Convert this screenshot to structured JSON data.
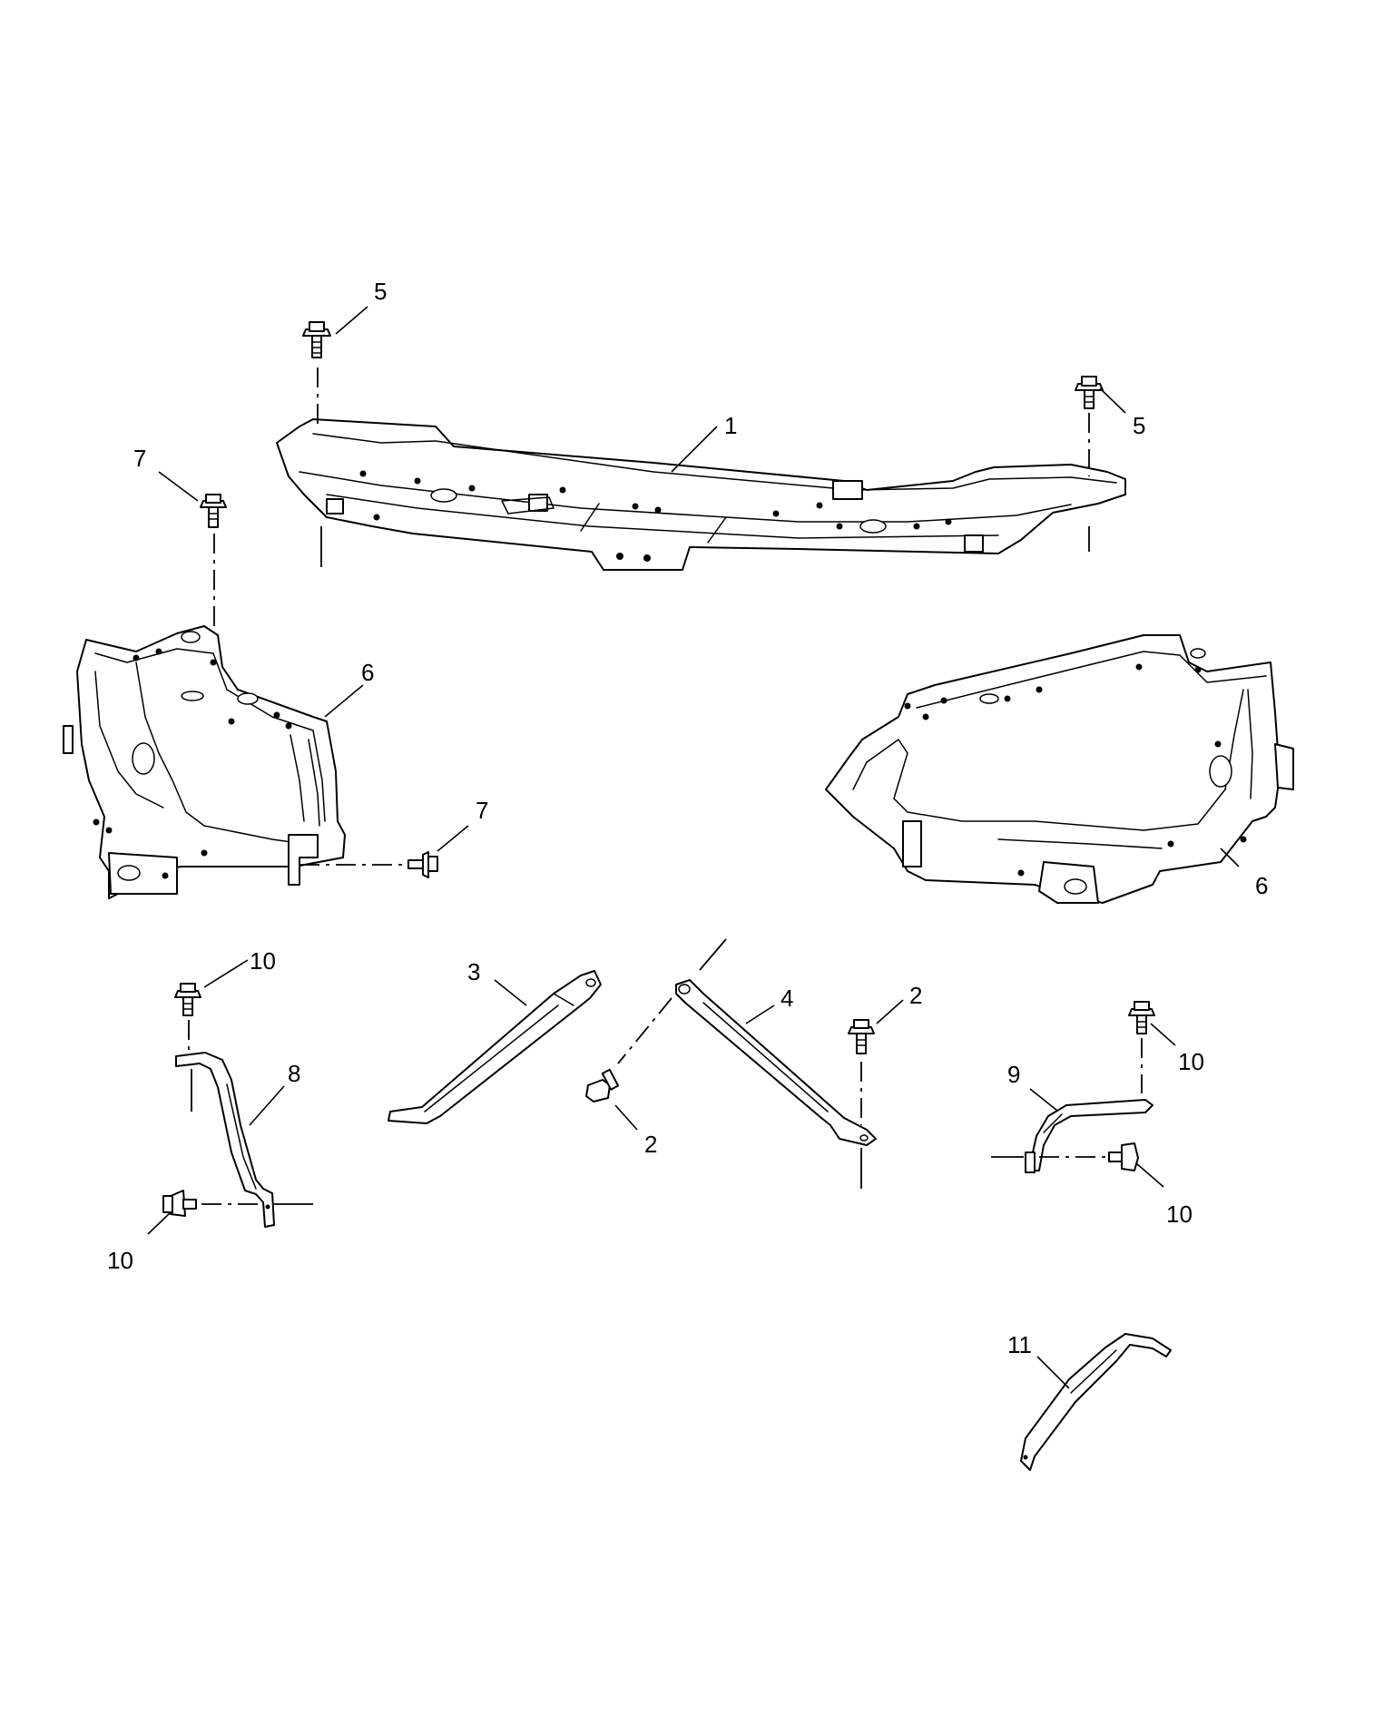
{
  "callouts": {
    "c1": "1",
    "c2a": "2",
    "c2b": "2",
    "c3": "3",
    "c4": "4",
    "c5a": "5",
    "c5b": "5",
    "c6a": "6",
    "c6b": "6",
    "c7a": "7",
    "c7b": "7",
    "c8": "8",
    "c9": "9",
    "c10a": "10",
    "c10b": "10",
    "c10c": "10",
    "c10d": "10",
    "c11": "11"
  }
}
